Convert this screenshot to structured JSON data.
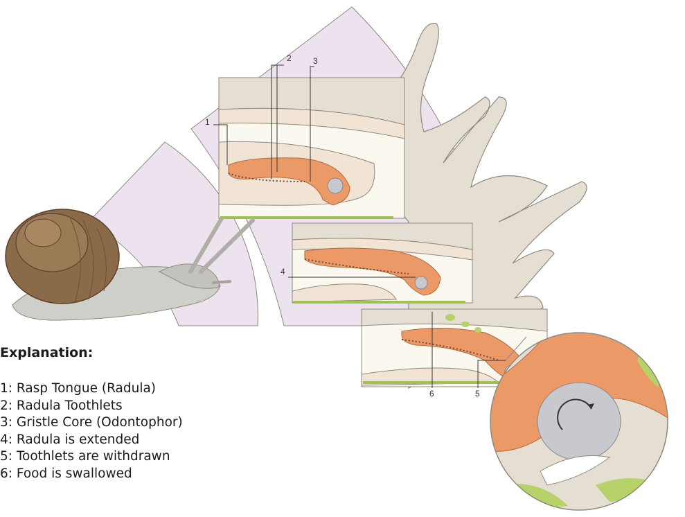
{
  "legend": {
    "title": "Explanation:",
    "items": [
      "1: Rasp Tongue (Radula)",
      "2: Radula Toothlets",
      "3: Gristle Core (Odontophor)",
      "4: Radula is extended",
      "5: Toothlets are withdrawn",
      "6: Food is swallowed"
    ]
  },
  "callouts": {
    "c1": "1",
    "c2": "2",
    "c3": "3",
    "c4": "4",
    "c5": "5",
    "c6": "6"
  },
  "colors": {
    "sector": "#ece3ee",
    "body": "#e4dfd2",
    "outline": "#8d897d",
    "tissue": "#f2e4d4",
    "tongue": "#eb9a67",
    "core": "#c7c9ce",
    "leaf": "#b8d26a",
    "shell": "#8a6a48",
    "cavity": "#fbf8ef"
  }
}
